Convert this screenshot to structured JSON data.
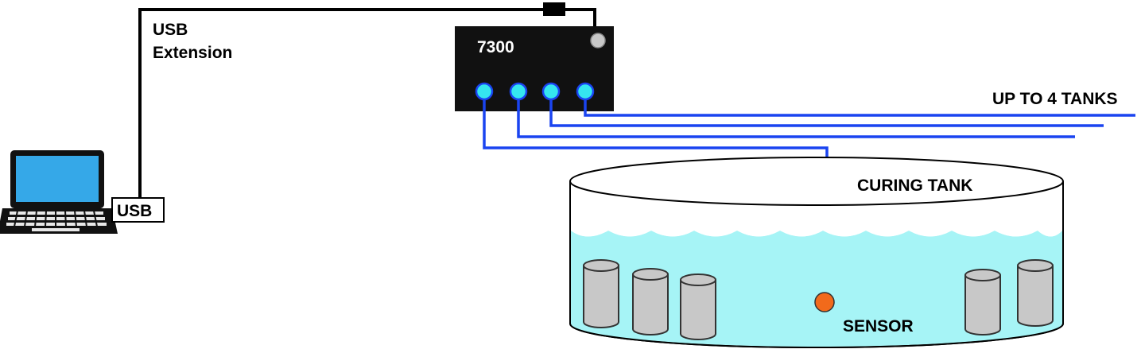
{
  "labels": {
    "usb_extension_line1": "USB",
    "usb_extension_line2": "Extension",
    "usb_port": "USB",
    "device_model": "7300",
    "up_to_tanks": "UP TO 4 TANKS",
    "curing_tank": "CURING TANK",
    "sensor": "SENSOR"
  },
  "colors": {
    "sensor_cable": "#1a44f0",
    "device_body": "#111111",
    "port_fill": "#35e6f0",
    "water": "#a6f4f6",
    "cylinder": "#c8c8c8",
    "sensor": "#f26a1b"
  }
}
